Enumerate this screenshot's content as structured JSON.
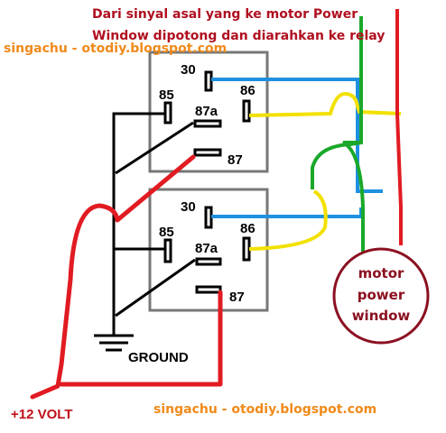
{
  "title": {
    "line1": "Dari sinyal asal yang ke motor Power",
    "line2": "Window dipotong dan diarahkan ke relay"
  },
  "credits": {
    "top": "singachu - otodiy.blogspot.com",
    "bottom": "singachu - otodiy.blogspot.com"
  },
  "relay_top": {
    "pin_30": "30",
    "pin_85": "85",
    "pin_86": "86",
    "pin_87a": "87a",
    "pin_87": "87"
  },
  "relay_bottom": {
    "pin_30": "30",
    "pin_85": "85",
    "pin_86": "86",
    "pin_87a": "87a",
    "pin_87": "87"
  },
  "ground_label": "GROUND",
  "supply_label": "+12 VOLT",
  "motor": {
    "line1": "motor",
    "line2": "power",
    "line3": "window"
  },
  "colors": {
    "title": "#b01020",
    "credit": "#f08a1a",
    "supply_label": "#c0101a",
    "motor_outline": "#8b1020",
    "wire_red": "#e11b22",
    "wire_blue": "#1e90e0",
    "wire_yellow": "#f2e100",
    "wire_green": "#1aa82a",
    "wire_black": "#000000",
    "relay_box": "#777777"
  }
}
